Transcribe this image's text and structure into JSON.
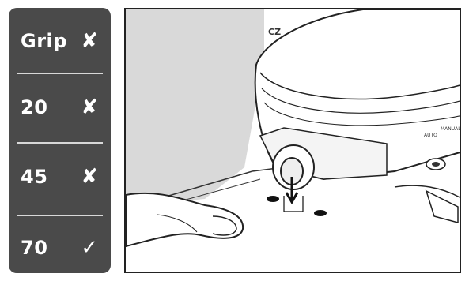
{
  "checklist": {
    "items": [
      {
        "label": "Grip",
        "mark": "✘",
        "icon": "cross-icon"
      },
      {
        "label": "20",
        "mark": "✘",
        "icon": "cross-icon"
      },
      {
        "label": "45",
        "mark": "✘",
        "icon": "cross-icon"
      },
      {
        "label": "70",
        "mark": "✓",
        "icon": "check-icon"
      }
    ],
    "panel_color": "#4a4a4a"
  },
  "illustration": {
    "texts": {
      "model_code": "CZ",
      "mode_auto": "AUTO",
      "mode_manual": "MANUAL"
    }
  }
}
